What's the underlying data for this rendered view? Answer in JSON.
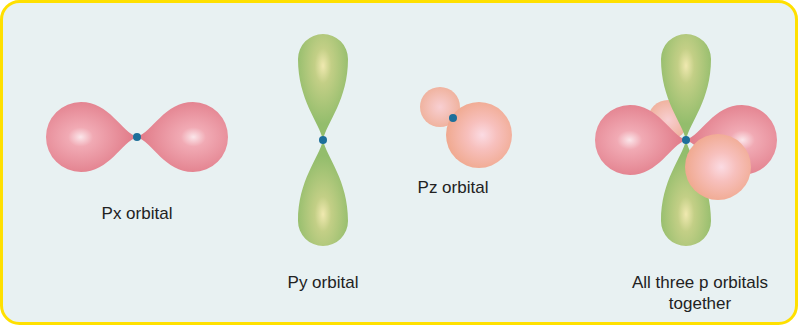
{
  "diagram": {
    "labels": [
      "Px orbital",
      "Py orbital",
      "Pz orbital",
      "All three p orbitals together"
    ]
  }
}
